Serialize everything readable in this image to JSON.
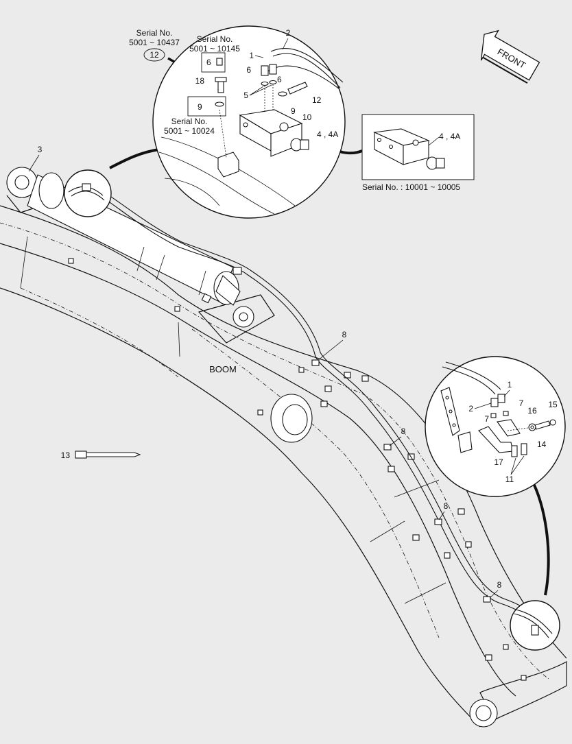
{
  "diagram": {
    "front_label": "FRONT",
    "boom_label": "BOOM",
    "top_detail": {
      "serial_a": {
        "line1": "Serial No.",
        "line2": "5001 ~ 10437"
      },
      "serial_b": {
        "line1": "Serial No.",
        "line2": "5001 ~ 10145"
      },
      "serial_c": {
        "line1": "Serial No.",
        "line2": "5001 ~ 10024"
      },
      "labels": [
        "1",
        "2",
        "5",
        "6",
        "6",
        "6",
        "9",
        "9",
        "10",
        "12",
        "12",
        "18",
        "4 , 4A"
      ]
    },
    "inset": {
      "part_label": "4 , 4A",
      "serial": "Serial No. : 10001 ~ 10005"
    },
    "right_detail": {
      "labels": [
        "1",
        "2",
        "7",
        "7",
        "11",
        "14",
        "15",
        "16",
        "17"
      ]
    },
    "boom_labels": [
      "3",
      "8",
      "8",
      "8",
      "8",
      "13"
    ]
  }
}
